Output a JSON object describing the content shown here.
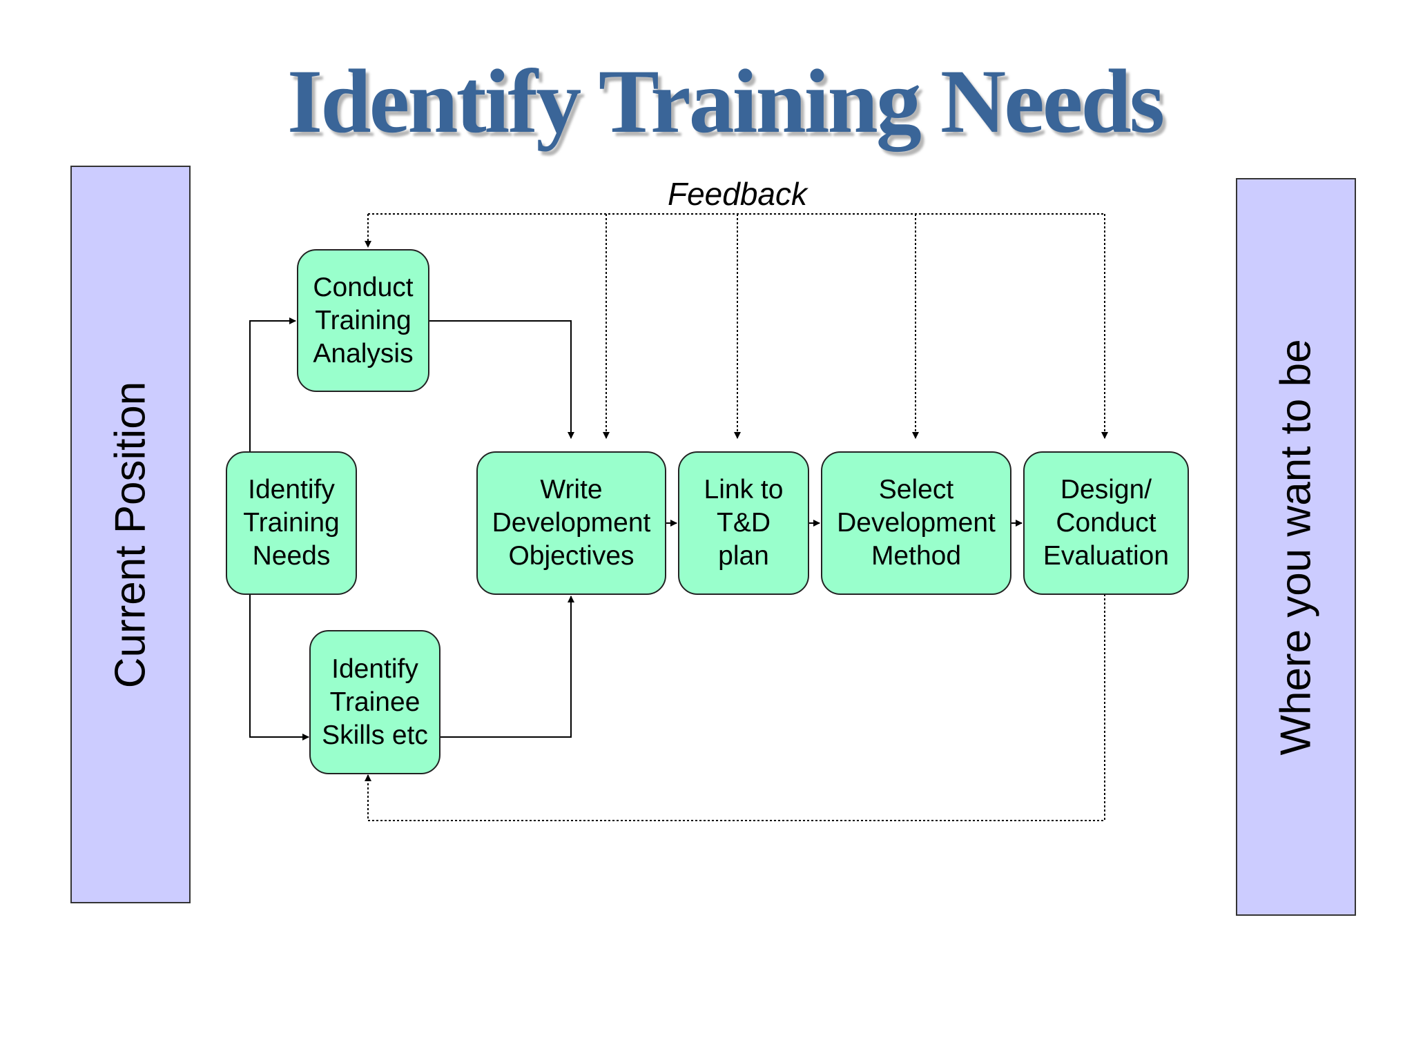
{
  "title": "Identify Training Needs",
  "left_bar": {
    "label": "Current Position"
  },
  "right_bar": {
    "label": "Where you want to be"
  },
  "feedback_label": "Feedback",
  "nodes": {
    "conduct_training_analysis": "Conduct\nTraining\nAnalysis",
    "identify_training_needs": "Identify\nTraining\nNeeds",
    "identify_trainee_skills": "Identify\nTrainee\nSkills etc",
    "write_development_objectives": "Write\nDevelopment\nObjectives",
    "link_to_td_plan": "Link to\nT&D\nplan",
    "select_development_method": "Select\nDevelopment\nMethod",
    "design_conduct_evaluation": "Design/\nConduct\nEvaluation"
  },
  "colors": {
    "title": "#3a6598",
    "side_bar_fill": "#ccccff",
    "node_fill": "#99ffcc",
    "line": "#000000"
  }
}
